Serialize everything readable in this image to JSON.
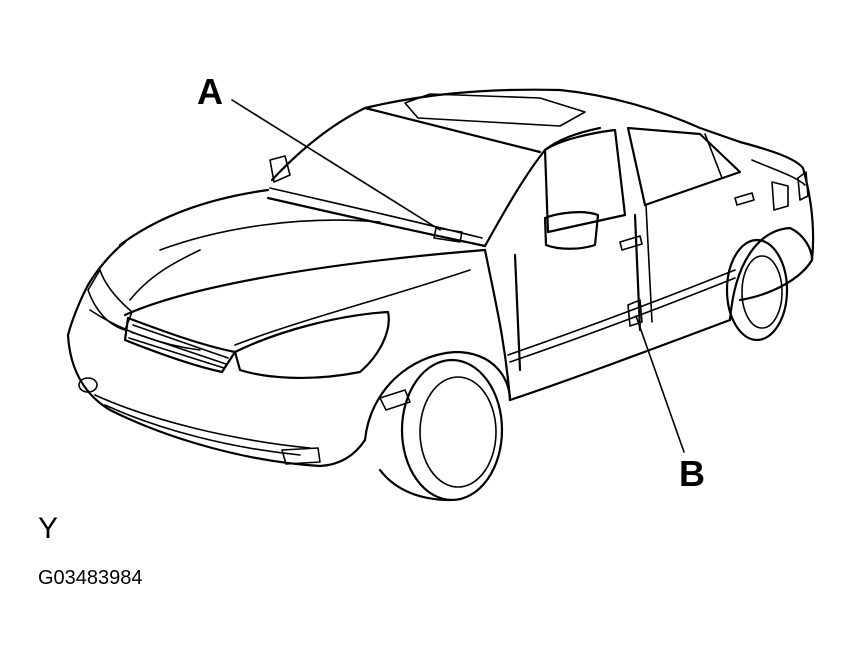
{
  "diagram": {
    "callouts": {
      "a": "A",
      "b": "B"
    },
    "view_code": "Y",
    "figure_id": "G03483984"
  }
}
